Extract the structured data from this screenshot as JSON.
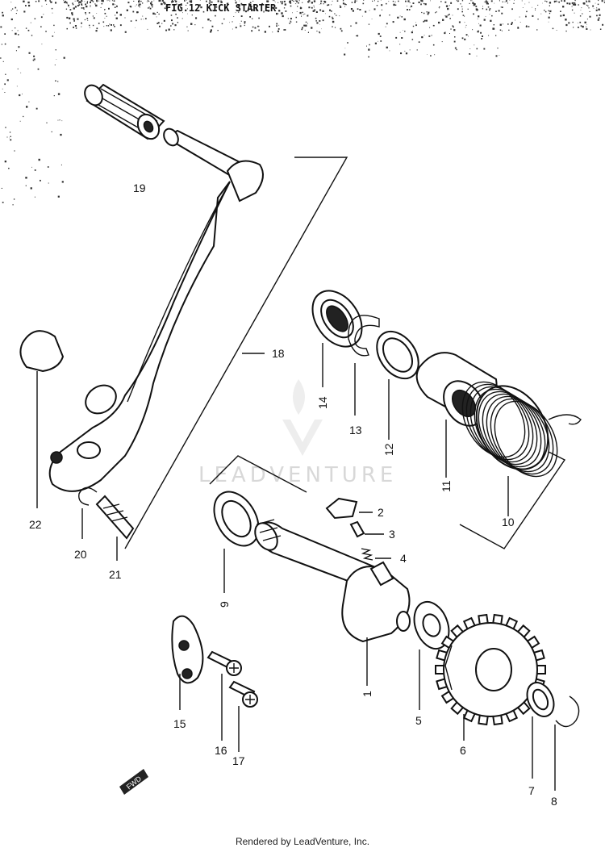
{
  "figure_title": "FIG.12 KICK STARTER",
  "watermark": "LEADVENTURE",
  "footer": "Rendered by LeadVenture, Inc.",
  "front_marker": "FWD",
  "callouts": {
    "p1": "1",
    "p2": "2",
    "p3": "3",
    "p4": "4",
    "p5": "5",
    "p6": "6",
    "p7": "7",
    "p8": "8",
    "p9": "9",
    "p10": "10",
    "p11": "11",
    "p12": "12",
    "p13": "13",
    "p14": "14",
    "p15": "15",
    "p16": "16",
    "p17": "17",
    "p18": "18",
    "p19": "19",
    "p20": "20",
    "p21": "21",
    "p22": "22"
  }
}
